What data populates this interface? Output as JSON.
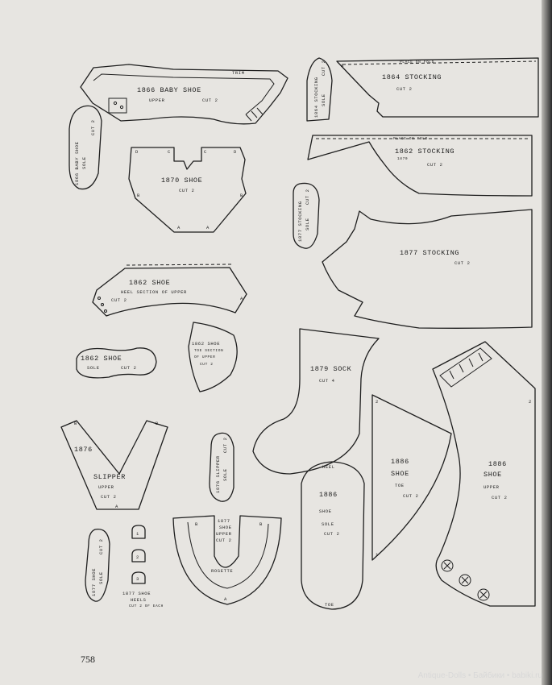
{
  "page_number": "758",
  "watermark": "Antique-Dolls • Байбики • babiki.ru",
  "pieces": {
    "baby_shoe_1866_upper": {
      "title": "1866 BABY SHOE",
      "part": "UPPER",
      "cut": "CUT 2",
      "trim": "TRIM"
    },
    "baby_shoe_1866_sole": {
      "title": "1866 BABY SHOE",
      "part": "SOLE",
      "cut": "CUT 2"
    },
    "shoe_1870": {
      "title": "1870 SHOE",
      "cut": "CUT 2",
      "marks": [
        "A",
        "B",
        "C",
        "D"
      ]
    },
    "shoe_1862_heel": {
      "title": "1862 SHOE",
      "part": "HEEL SECTION OF UPPER",
      "cut": "CUT 2"
    },
    "shoe_1862_sole": {
      "title": "1862 SHOE",
      "part": "SOLE",
      "cut": "CUT 2"
    },
    "shoe_1862_toe": {
      "title": "1862 SHOE",
      "part_line1": "TOE SECTION",
      "part_line2": "OF UPPER",
      "cut": "CUT 2"
    },
    "slipper_1876": {
      "year": "1876",
      "title": "SLIPPER",
      "part": "UPPER",
      "cut": "CUT 2"
    },
    "slipper_1876_sole": {
      "title": "1876 SLIPPER",
      "part": "SOLE",
      "cut": "CUT 2"
    },
    "shoe_1877_upper": {
      "title": "1877",
      "line2": "SHOE",
      "line3": "UPPER",
      "cut": "CUT 2",
      "rosette": "ROSETTE"
    },
    "shoe_1877_sole": {
      "title": "1877 SHOE",
      "part": "SOLE",
      "cut": "CUT 2"
    },
    "shoe_1877_heels": {
      "title": "1877 SHOE",
      "part": "HEELS",
      "cut": "CUT 2 OF EACH",
      "items": [
        "1",
        "2",
        "3"
      ]
    },
    "stocking_1864": {
      "title": "1864 STOCKING",
      "cut": "CUT 2",
      "fold": "PLACE ON FOLD",
      "side_title": "1864 STOCKING",
      "side_part": "SOLE",
      "side_cut": "CUT 2"
    },
    "stocking_1862": {
      "title": "1862 STOCKING",
      "cut": "CUT 2",
      "fold": "PLACE ON FOLD",
      "mark": "1870"
    },
    "stocking_1877": {
      "title": "1877 STOCKING",
      "cut": "CUT 2"
    },
    "stocking_1877_sole": {
      "title": "1877 STOCKING",
      "part": "SOLE",
      "cut": "CUT 2"
    },
    "sock_1879": {
      "title": "1879 SOCK",
      "cut": "CUT 4"
    },
    "shoe_1886_toe": {
      "title": "1886",
      "line2": "SHOE",
      "part": "TOE",
      "cut": "CUT 2"
    },
    "shoe_1886_upper": {
      "title": "1886",
      "line2": "SHOE",
      "part": "UPPER",
      "cut": "CUT 2"
    },
    "shoe_1886_sole": {
      "title": "1886",
      "line2": "SHOE",
      "part": "SOLE",
      "cut": "CUT 2",
      "heel": "HEEL",
      "toe": "TOE"
    }
  }
}
